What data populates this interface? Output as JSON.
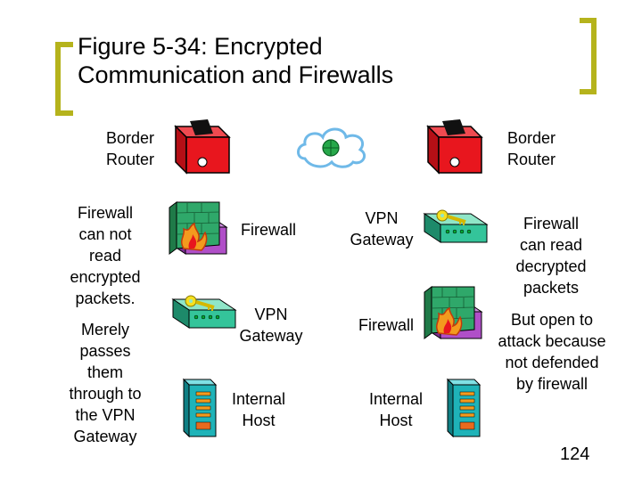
{
  "title": "Figure 5-34: Encrypted\nCommunication and Firewalls",
  "left": {
    "border_router": "Border\nRouter",
    "note_firewall": "Firewall\ncan not\nread\nencrypted\npackets.",
    "note_passes": "Merely\npasses\nthem\nthrough to\nthe VPN\nGateway",
    "firewall": "Firewall",
    "vpn_gateway": "VPN\nGateway",
    "internal_host": "Internal\nHost"
  },
  "right": {
    "border_router": "Border\nRouter",
    "vpn_gateway": "VPN\nGateway",
    "firewall": "Firewall",
    "internal_host": "Internal\nHost",
    "note_firewall": "Firewall\ncan read\ndecrypted\npackets",
    "note_open": "But open to\nattack because\nnot defended\nby firewall"
  },
  "page_number": "124",
  "colors": {
    "bracket": "#b5b31c",
    "router": "#e8161e",
    "firewall_panel": "#b04fc8",
    "wall": "#2fa86a",
    "vpn": "#34c49a",
    "host": "#1fb3b8",
    "cloud": "#6fb9e8",
    "globe": "#27a84a"
  }
}
